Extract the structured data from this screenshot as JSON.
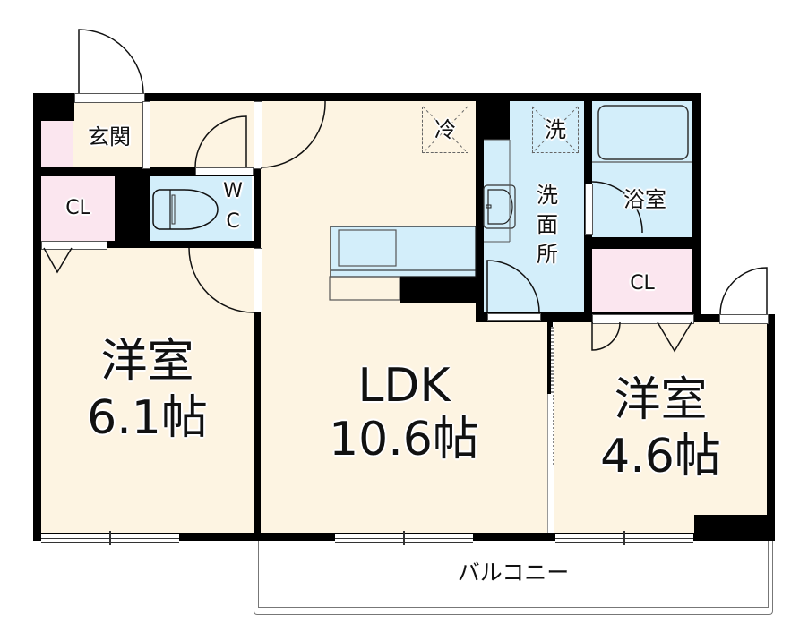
{
  "floor_plan": {
    "rooms": {
      "entrance": {
        "label": "玄関"
      },
      "closet_entrance": {
        "label": "CL"
      },
      "toilet": {
        "label_w": "W",
        "label_c": "C"
      },
      "western_room_1": {
        "name": "洋室",
        "size": "6.1帖"
      },
      "ldk": {
        "name": "LDK",
        "size": "10.6帖"
      },
      "refrigerator": {
        "label": "冷"
      },
      "washroom": {
        "label": "洗面所",
        "chars": [
          "洗",
          "面",
          "所"
        ]
      },
      "washing_machine": {
        "label": "洗"
      },
      "bathroom": {
        "label": "浴室"
      },
      "closet_room_2": {
        "label": "CL"
      },
      "western_room_2": {
        "name": "洋室",
        "size": "4.6帖"
      },
      "balcony": {
        "label": "バルコニー"
      }
    },
    "colors": {
      "living_floor": "#fdf4e2",
      "wet_area": "#d3eefa",
      "closet": "#fbe6ef",
      "wall": "#000000"
    }
  }
}
